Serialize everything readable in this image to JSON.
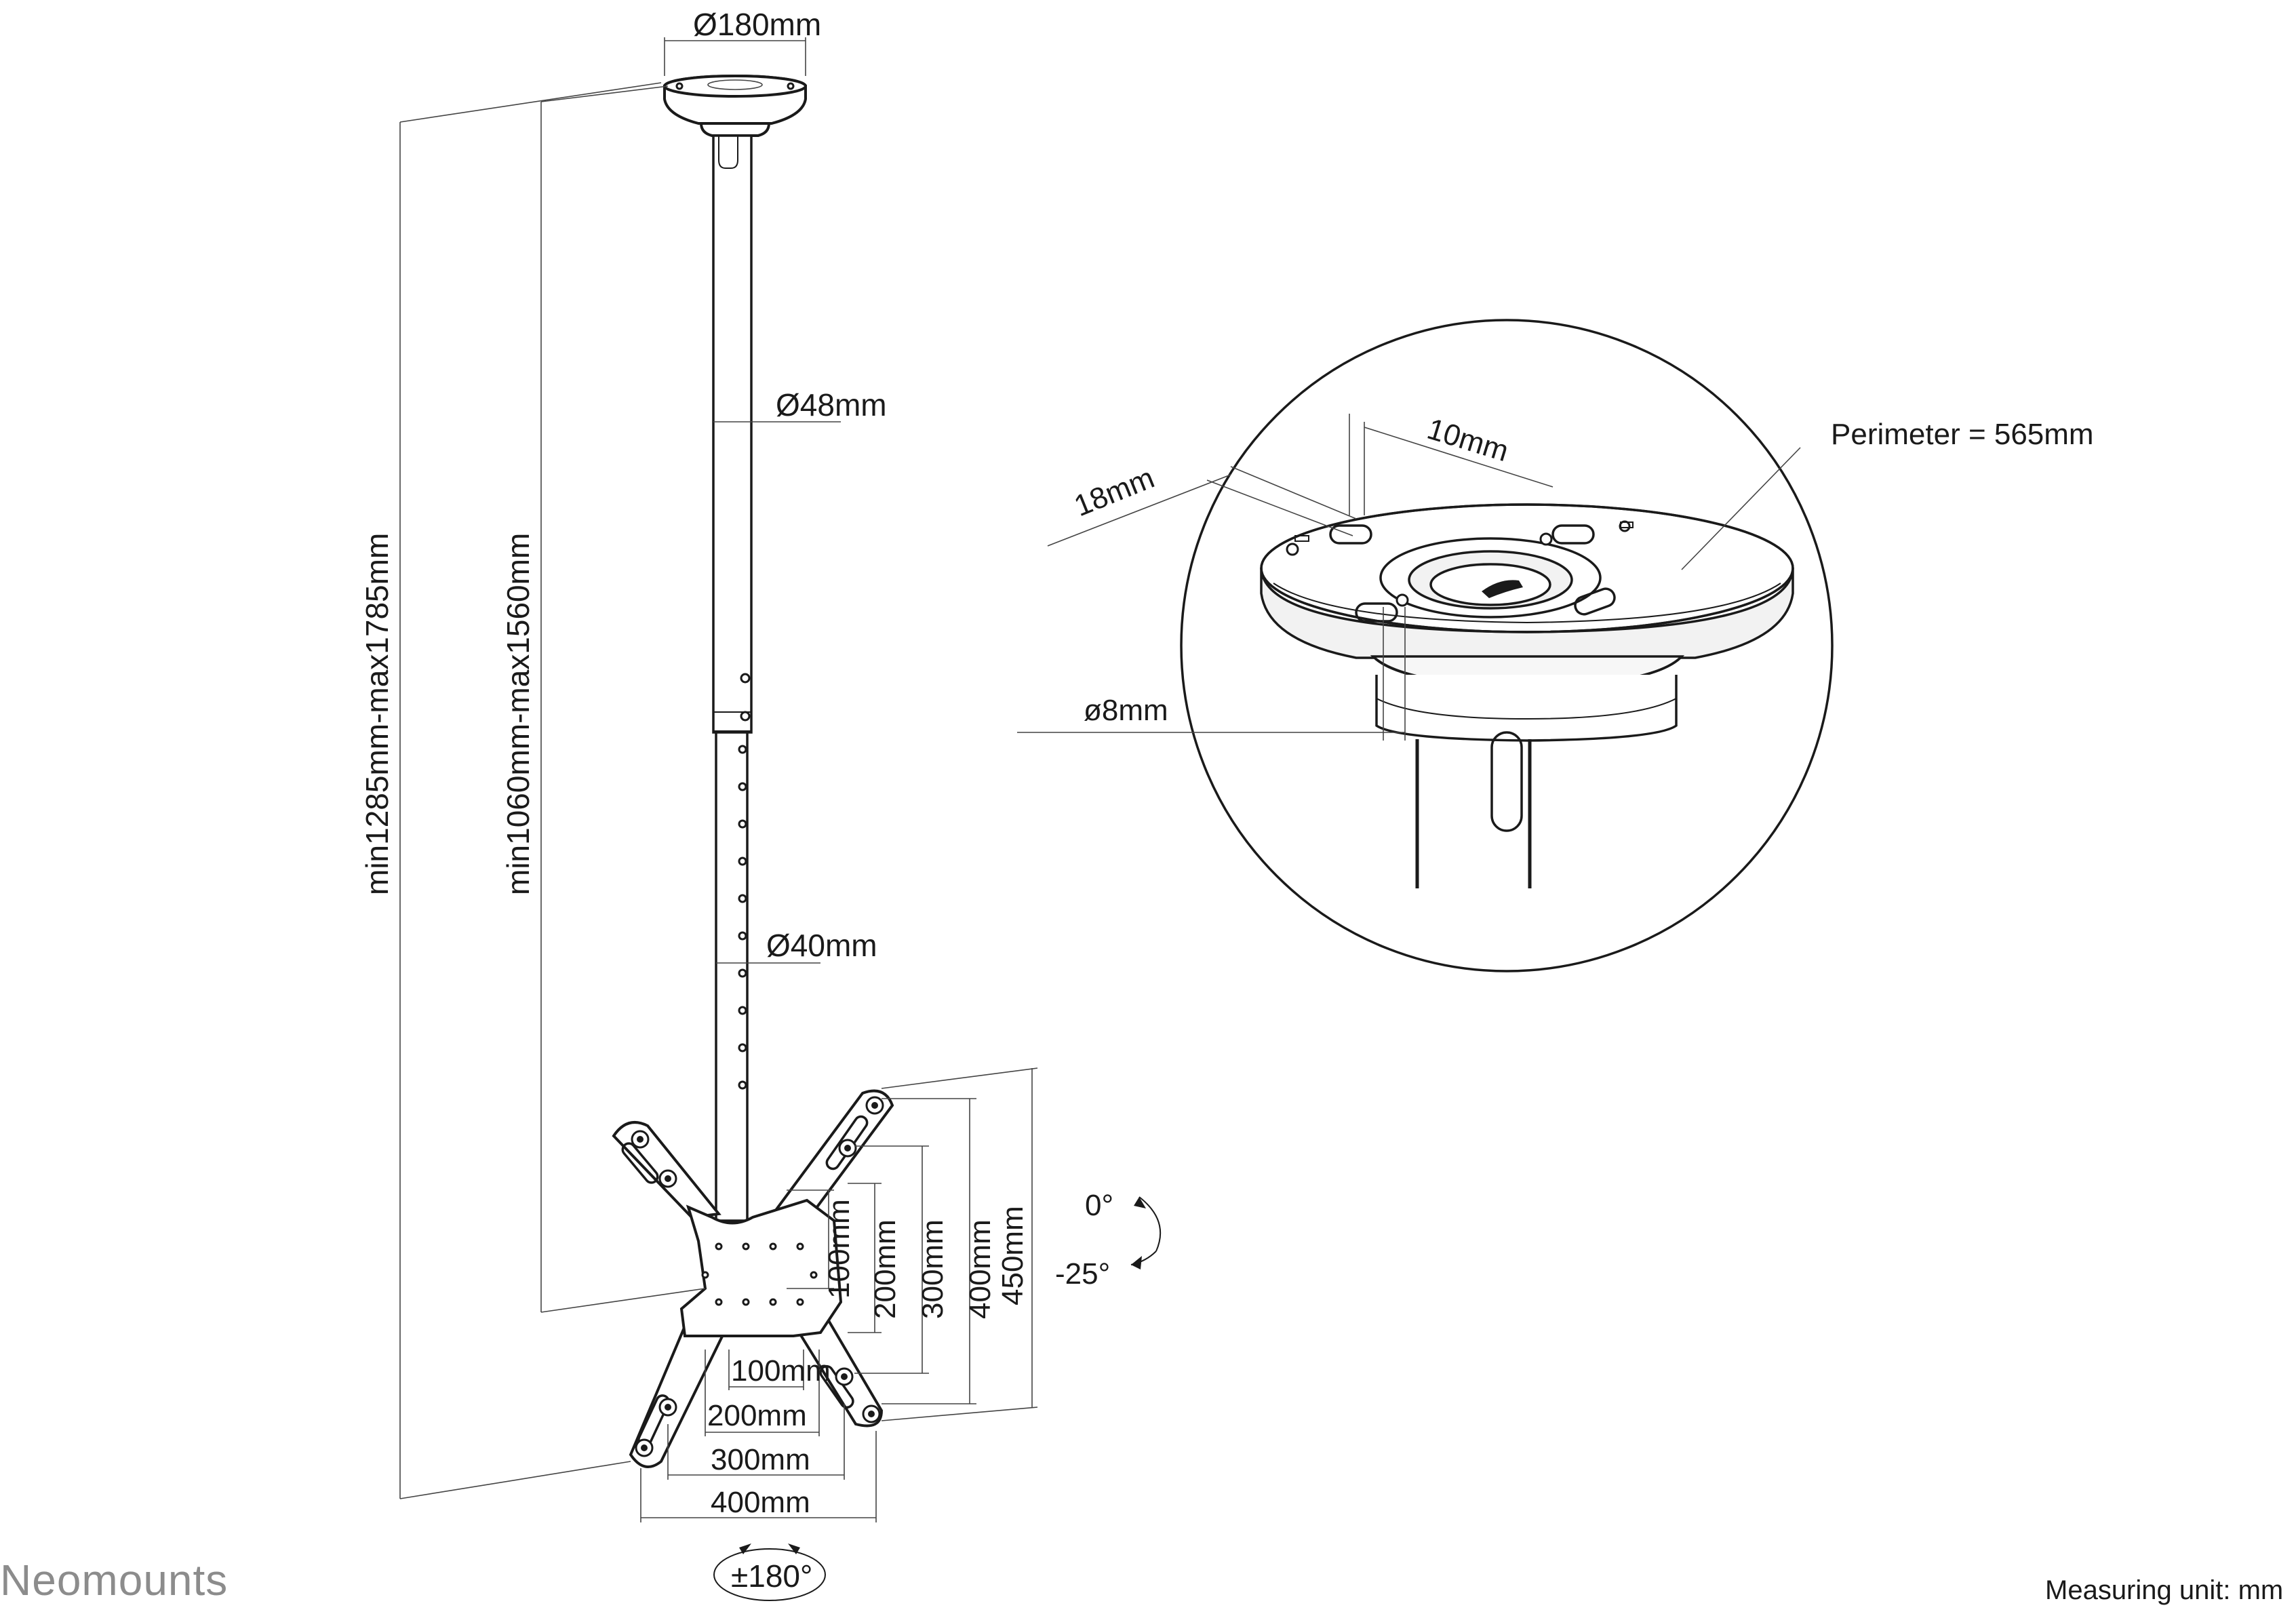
{
  "brand": {
    "name": "Neomounts"
  },
  "footer": {
    "measuring_unit": "Measuring unit: mm"
  },
  "dimensions": {
    "ceiling_plate_diameter": "Ø180mm",
    "upper_pole_diameter": "Ø48mm",
    "lower_pole_diameter": "Ø40mm",
    "total_height": "min1285mm-max1785mm",
    "pole_height": "min1060mm-max1560mm",
    "vesa_vertical": [
      "100mm",
      "200mm",
      "300mm",
      "400mm",
      "450mm"
    ],
    "vesa_horizontal": [
      "100mm",
      "200mm",
      "300mm",
      "400mm"
    ],
    "tilt_top": "0°",
    "tilt_bottom": "-25°",
    "swivel": "±180°"
  },
  "detail": {
    "slot_width": "10mm",
    "slot_length": "18mm",
    "hole_diameter": "ø8mm",
    "perimeter": "Perimeter = 565mm"
  }
}
